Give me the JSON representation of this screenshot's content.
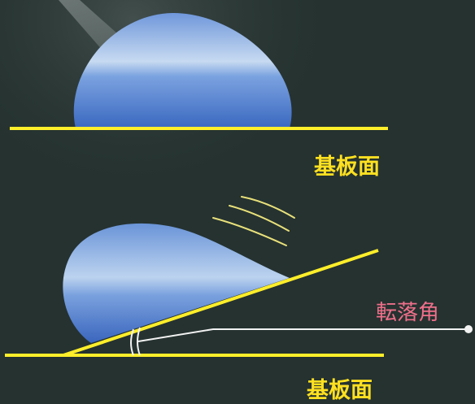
{
  "labels": {
    "substrate_top": "基板面",
    "substrate_bottom": "基板面",
    "sliding_angle": "転落角"
  },
  "colors": {
    "background": "#253230",
    "substrate_line": "#ffee2a",
    "label_yellow": "#ffe020",
    "label_pink": "#ee6f8a",
    "droplet_light": "#c9dcf2",
    "droplet_dark": "#3c6ac2",
    "motion_lines": "#e9e07a",
    "leader_line": "#f2f2f2"
  },
  "icons": {
    "motion": "motion-lines-icon",
    "angle": "angle-arc-icon"
  }
}
